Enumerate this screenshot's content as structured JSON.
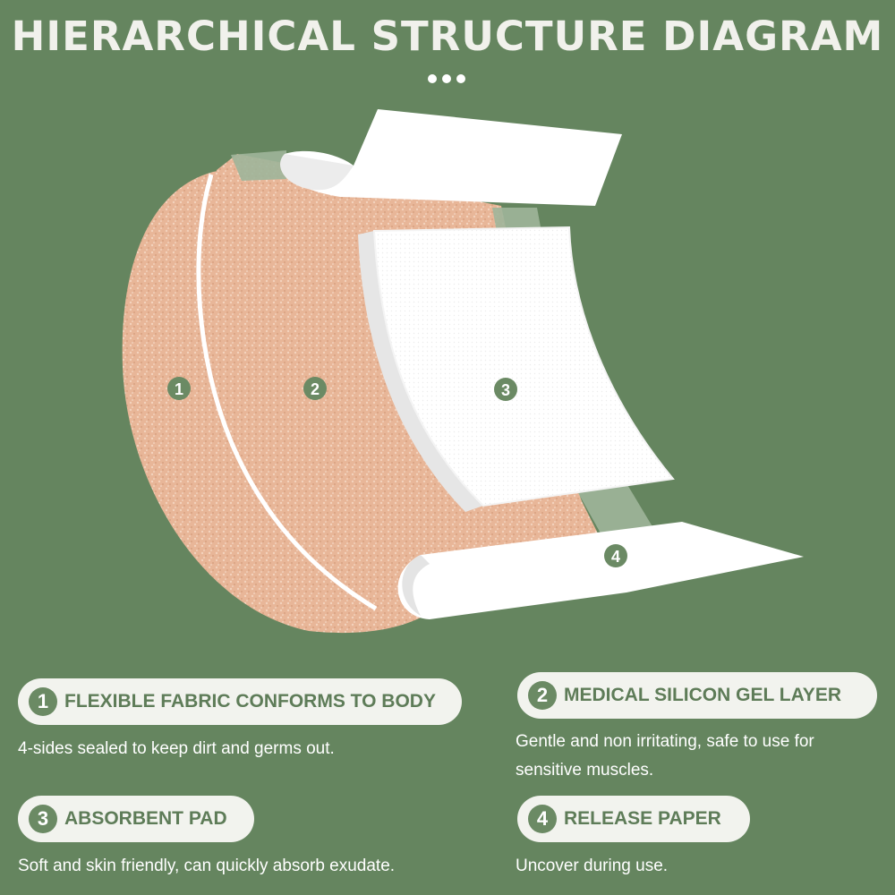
{
  "title": "HIERARCHICAL STRUCTURE DIAGRAM",
  "markers": [
    "1",
    "2",
    "3",
    "4"
  ],
  "features": [
    {
      "number": "1",
      "label": "FLEXIBLE FABRIC CONFORMS TO BODY",
      "description": "4-sides sealed to keep dirt and germs out."
    },
    {
      "number": "2",
      "label": "MEDICAL SILICON GEL LAYER",
      "description": "Gentle and non irritating, safe to use for sensitive muscles."
    },
    {
      "number": "3",
      "label": "ABSORBENT PAD",
      "description": "Soft and skin friendly, can quickly absorb exudate."
    },
    {
      "number": "4",
      "label": "RELEASE PAPER",
      "description": "Uncover during use."
    }
  ],
  "colors": {
    "background": "#65855f",
    "fabric": "#e8b698",
    "gel": "#9fb59a",
    "pad": "#ffffff",
    "accent": "#6b8a64"
  }
}
